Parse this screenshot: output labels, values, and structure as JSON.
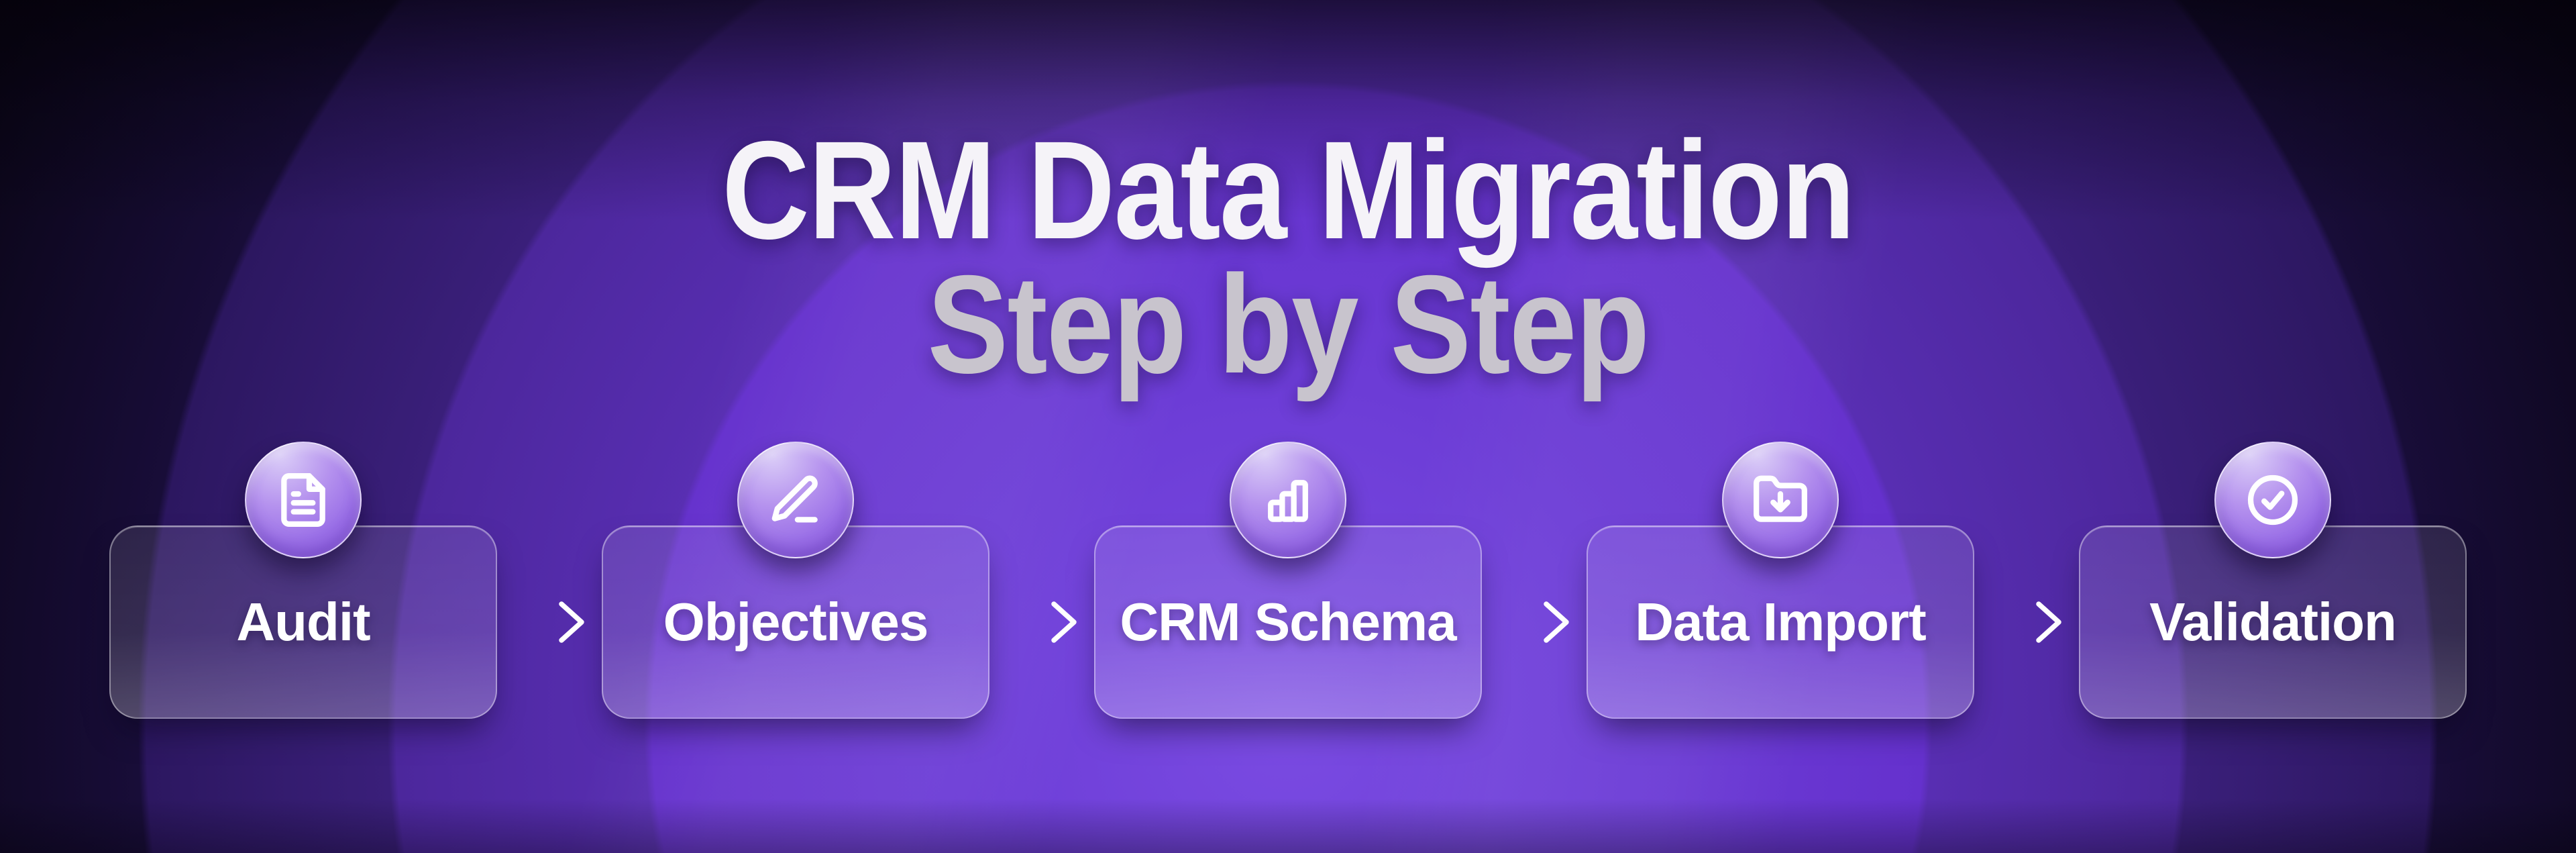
{
  "title": {
    "line1": "CRM Data Migration",
    "line2": "Step by Step"
  },
  "steps": [
    {
      "label": "Audit",
      "icon": "file-text-icon"
    },
    {
      "label": "Objectives",
      "icon": "pencil-line-icon"
    },
    {
      "label": "CRM Schema",
      "icon": "bar-chart-icon"
    },
    {
      "label": "Data Import",
      "icon": "folder-download-icon"
    },
    {
      "label": "Validation",
      "icon": "circle-check-icon"
    }
  ],
  "connector": {
    "icon": "arrow-right-icon"
  },
  "colors": {
    "core_purple": "#6c3cd6",
    "ring_mid_purple": "#4c279c",
    "ring_outer_purple": "#2c1760",
    "edge_black": "#070310",
    "title_primary": "#f5f3f8",
    "title_secondary": "#c8c4cd",
    "card_label": "#ffffff",
    "badge_top": "#dccff8",
    "badge_bottom": "#8a58e0",
    "icon_stroke": "#ffffff"
  }
}
